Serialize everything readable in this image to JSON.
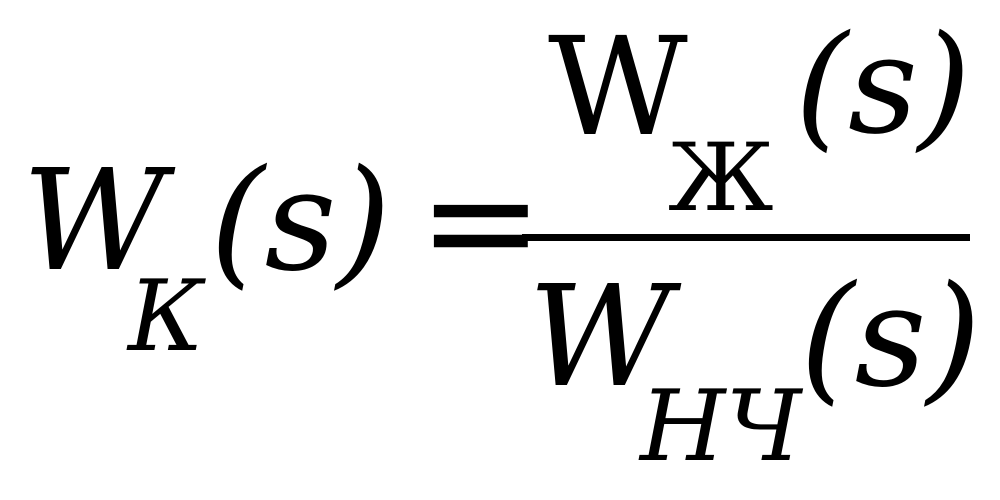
{
  "formula": {
    "lhs": {
      "symbol": "W",
      "subscript": "К",
      "argument": "(s)"
    },
    "operator": "=",
    "numerator": {
      "symbol": "W",
      "subscript": "Ж",
      "argument": "(s)"
    },
    "denominator": {
      "symbol": "W",
      "subscript": "НЧ",
      "argument": "(s)"
    }
  }
}
